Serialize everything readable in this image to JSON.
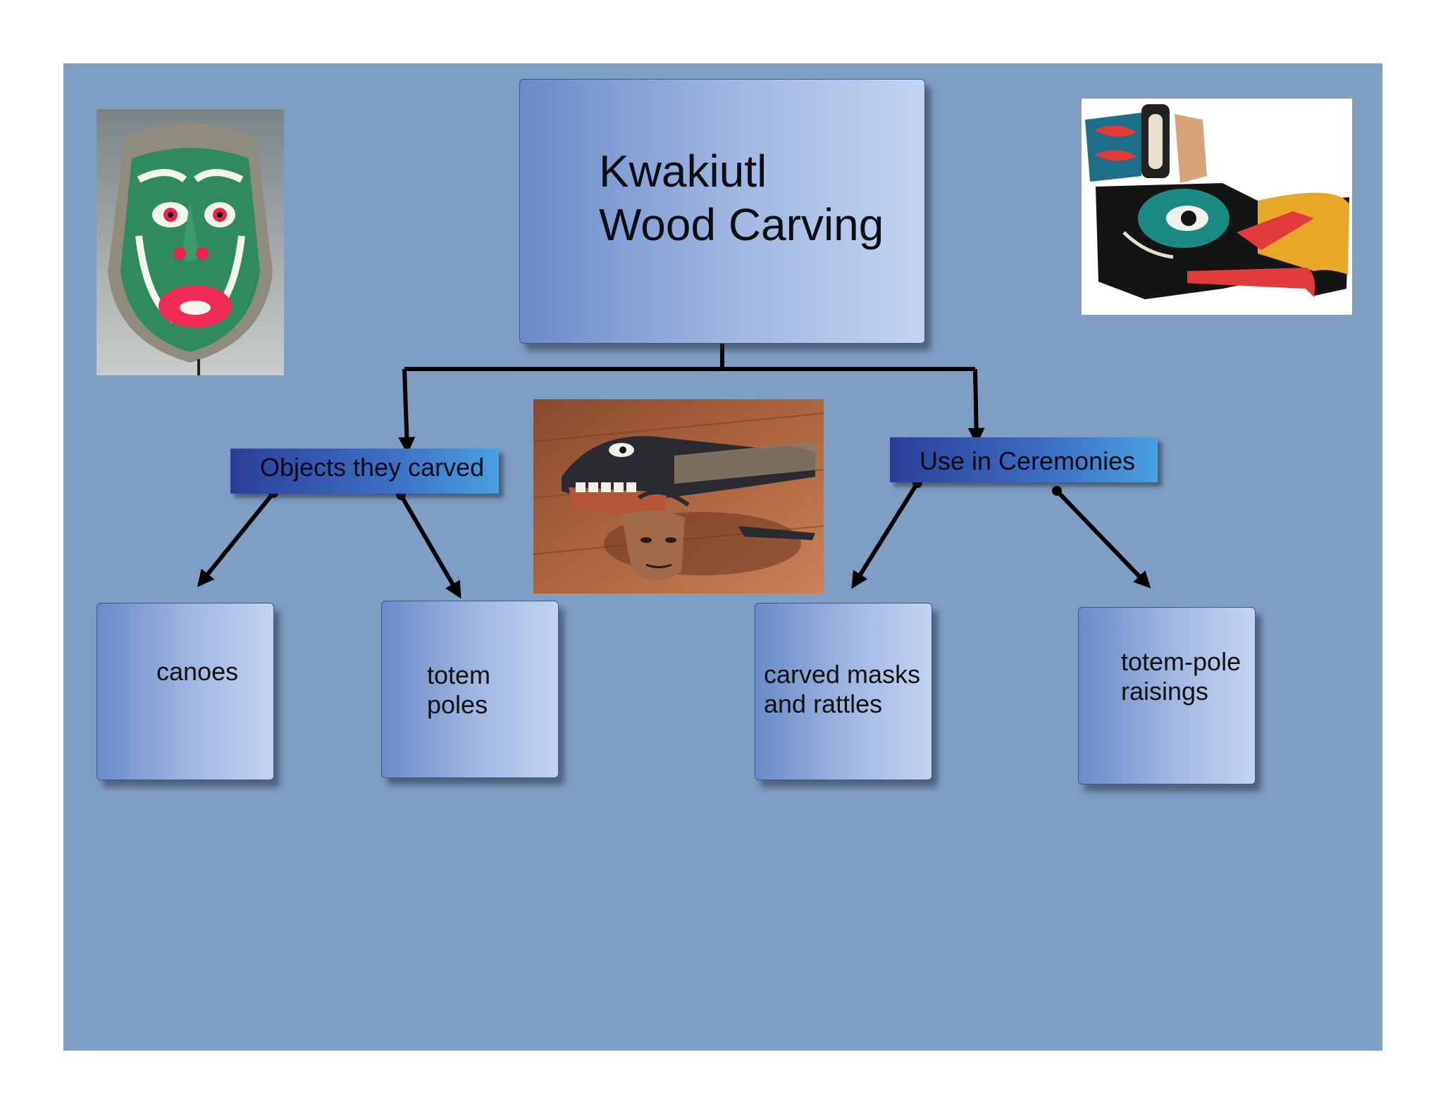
{
  "diagram": {
    "title": {
      "line1": "Kwakiutl",
      "line2": "Wood Carving"
    },
    "categories": {
      "left": "Objects they carved",
      "right": "Use in Ceremonies"
    },
    "leaves": {
      "canoes": {
        "line1": "canoes"
      },
      "totem_poles": {
        "line1": "totem",
        "line2": "poles"
      },
      "masks_rattles": {
        "line1": "carved masks",
        "line2": "and rattles"
      },
      "pole_raisings": {
        "line1": "totem-pole",
        "line2": "raisings"
      }
    }
  },
  "images": {
    "left": "carved-green-mask-image",
    "right": "thunderbird-mask-image",
    "center": "orca-carving-image"
  },
  "colors": {
    "slide_background": "#7f9ec4",
    "connector": "#000000"
  }
}
